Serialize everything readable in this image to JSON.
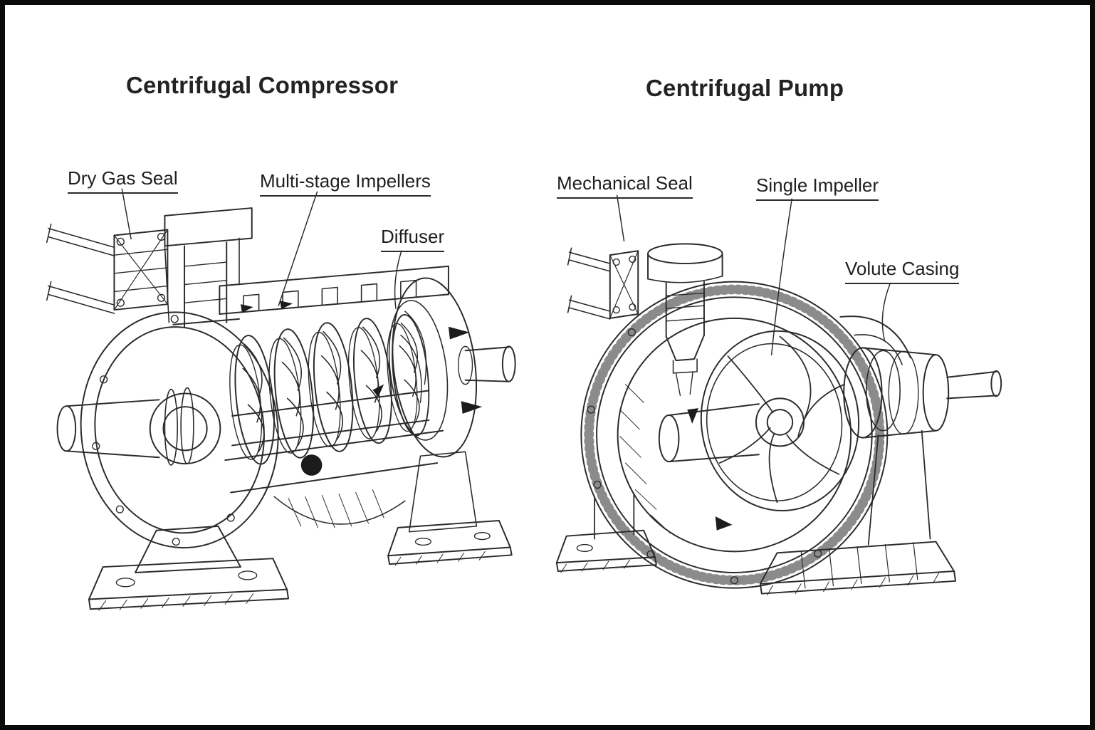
{
  "colors": {
    "ink": "#2b2b2b",
    "background": "#ffffff"
  },
  "diagram": {
    "left": {
      "title": "Centrifugal Compressor",
      "labels": [
        {
          "text": "Dry Gas Seal"
        },
        {
          "text": "Multi-stage Impellers"
        },
        {
          "text": "Diffuser"
        }
      ]
    },
    "right": {
      "title": "Centrifugal Pump",
      "labels": [
        {
          "text": "Mechanical Seal"
        },
        {
          "text": "Single Impeller"
        },
        {
          "text": "Volute Casing"
        }
      ]
    }
  }
}
